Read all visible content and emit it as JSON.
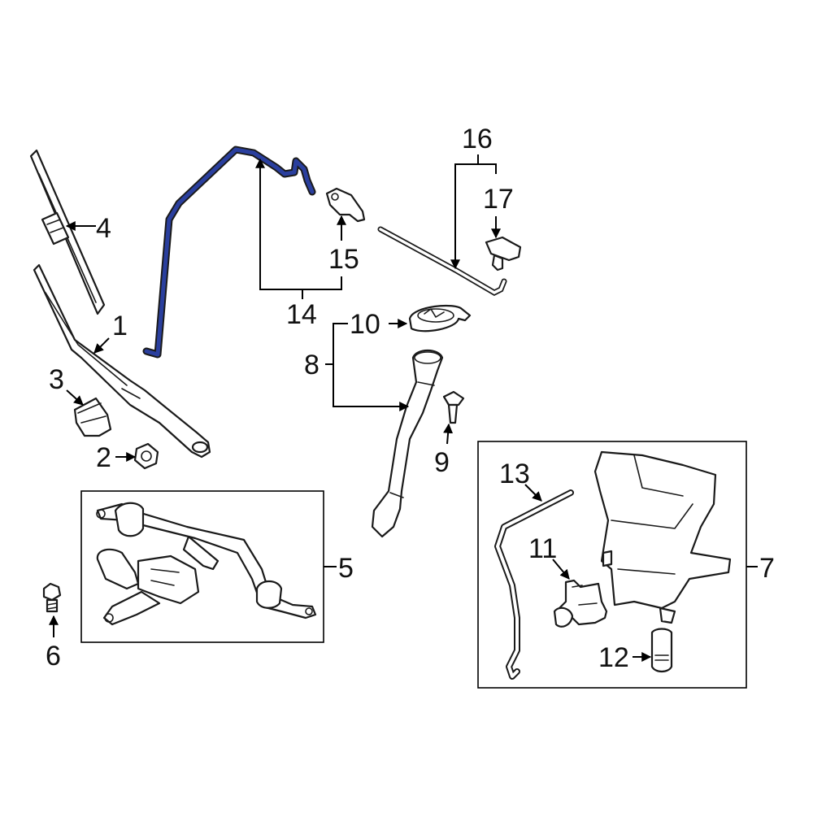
{
  "colors": {
    "highlight": "#2a3f9e",
    "line": "#1a1a1a",
    "background": "#ffffff"
  },
  "callouts": {
    "c1": "1",
    "c2": "2",
    "c3": "3",
    "c4": "4",
    "c5": "5",
    "c6": "6",
    "c7": "7",
    "c8": "8",
    "c9": "9",
    "c10": "10",
    "c11": "11",
    "c12": "12",
    "c13": "13",
    "c14": "14",
    "c15": "15",
    "c16": "16",
    "c17": "17"
  }
}
